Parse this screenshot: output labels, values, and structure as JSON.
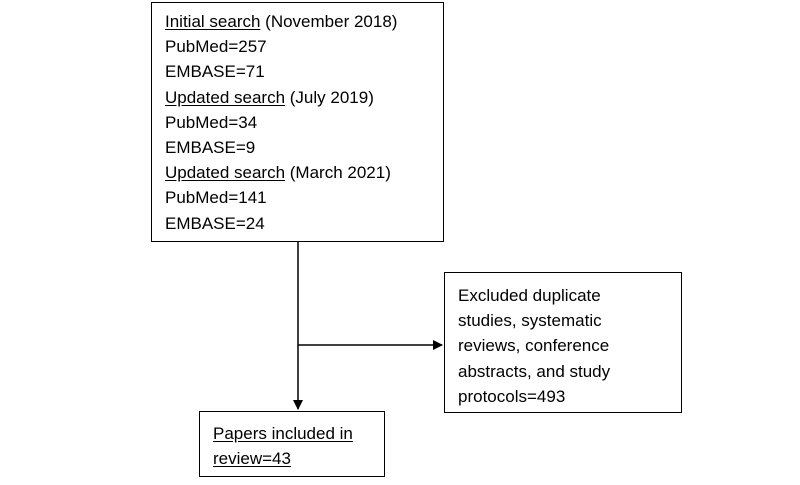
{
  "search_box": {
    "blocks": [
      {
        "heading": "Initial search",
        "period": " (November 2018)",
        "lines": [
          "PubMed=257",
          "EMBASE=71"
        ]
      },
      {
        "heading": "Updated search",
        "period": " (July 2019)",
        "lines": [
          "PubMed=34",
          "EMBASE=9"
        ]
      },
      {
        "heading": "Updated search",
        "period": " (March 2021)",
        "lines": [
          "PubMed=141",
          "EMBASE=24"
        ]
      }
    ]
  },
  "excluded_box": {
    "lines": [
      "Excluded duplicate",
      "studies, systematic",
      "reviews, conference",
      "abstracts, and study",
      "protocols=493"
    ]
  },
  "included_box": {
    "lines": [
      "Papers included in",
      "review=43"
    ]
  },
  "colors": {
    "stroke": "#000000",
    "background": "#ffffff"
  }
}
